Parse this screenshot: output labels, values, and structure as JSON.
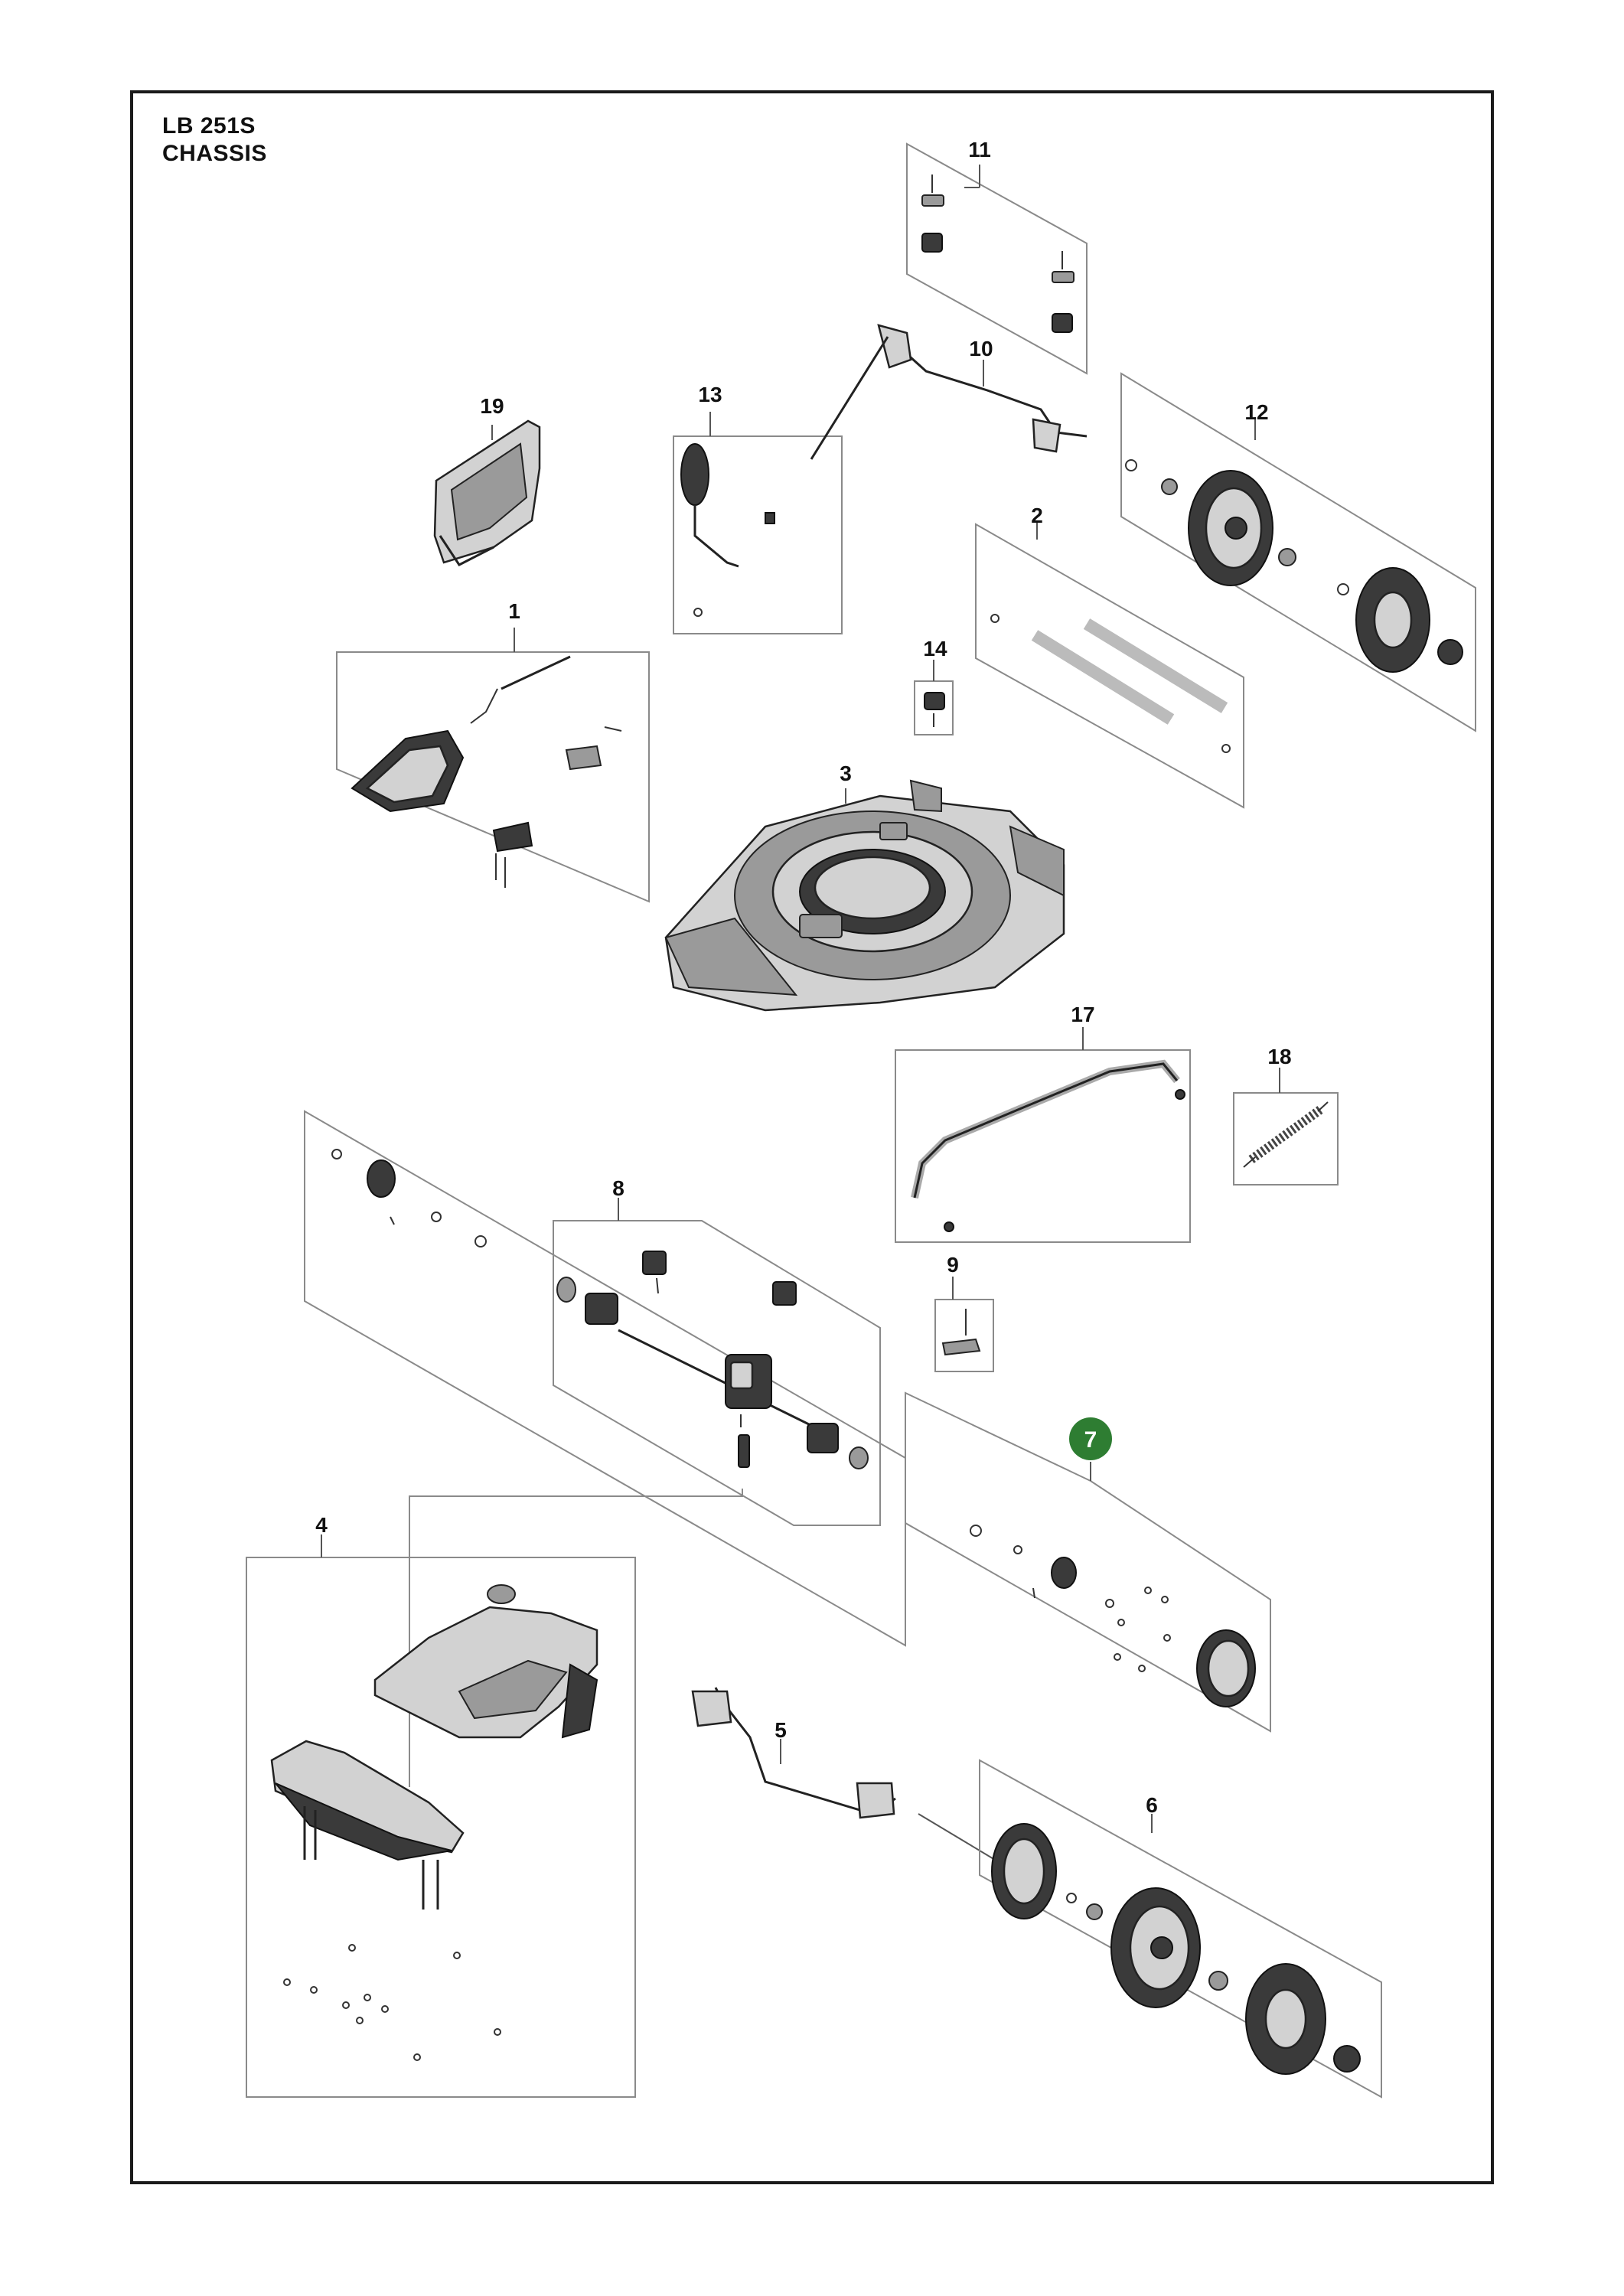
{
  "header": {
    "model": "LB 251S",
    "section": "CHASSIS"
  },
  "callouts": [
    {
      "id": "c1",
      "number": "1",
      "highlighted": false
    },
    {
      "id": "c2",
      "number": "2",
      "highlighted": false
    },
    {
      "id": "c3",
      "number": "3",
      "highlighted": false
    },
    {
      "id": "c4",
      "number": "4",
      "highlighted": false
    },
    {
      "id": "c5",
      "number": "5",
      "highlighted": false
    },
    {
      "id": "c6",
      "number": "6",
      "highlighted": false
    },
    {
      "id": "c7",
      "number": "7",
      "highlighted": true
    },
    {
      "id": "c8",
      "number": "8",
      "highlighted": false
    },
    {
      "id": "c9",
      "number": "9",
      "highlighted": false
    },
    {
      "id": "c10",
      "number": "10",
      "highlighted": false
    },
    {
      "id": "c11",
      "number": "11",
      "highlighted": false
    },
    {
      "id": "c12",
      "number": "12",
      "highlighted": false
    },
    {
      "id": "c13",
      "number": "13",
      "highlighted": false
    },
    {
      "id": "c14",
      "number": "14",
      "highlighted": false
    },
    {
      "id": "c17",
      "number": "17",
      "highlighted": false
    },
    {
      "id": "c18",
      "number": "18",
      "highlighted": false
    },
    {
      "id": "c19",
      "number": "19",
      "highlighted": false
    }
  ],
  "colors": {
    "highlight": "#2e7d32",
    "frame": "#1a1a1a",
    "group_box": "#8a8a8a"
  }
}
